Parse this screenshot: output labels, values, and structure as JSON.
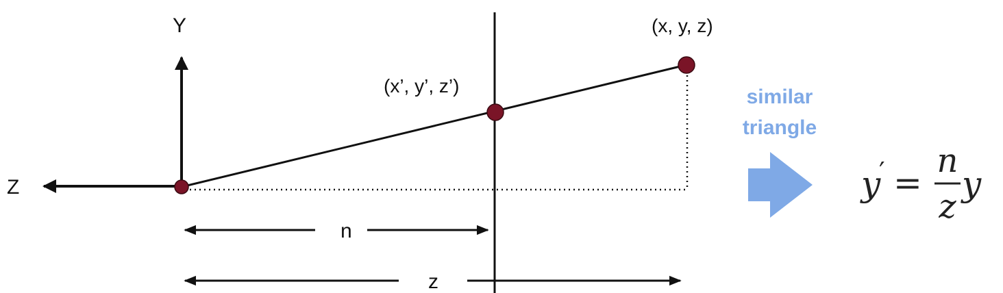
{
  "axes": {
    "y_label": "Y",
    "z_label": "Z"
  },
  "points": {
    "far_label": "(x, y, z)",
    "near_label": "(x’, y’, z’)"
  },
  "dimensions": {
    "n_label": "n",
    "z_label": "z"
  },
  "annotation": {
    "line1": "similar",
    "line2": "triangle"
  },
  "formula": {
    "lhs": "y",
    "prime": "′",
    "equals": "=",
    "numerator": "n",
    "denominator": "z",
    "rhs": "y"
  },
  "colors": {
    "point_fill": "#7a1427",
    "accent": "#7fa9e6",
    "line": "#111111"
  },
  "icons": {
    "arrow": "right-arrow-icon"
  }
}
